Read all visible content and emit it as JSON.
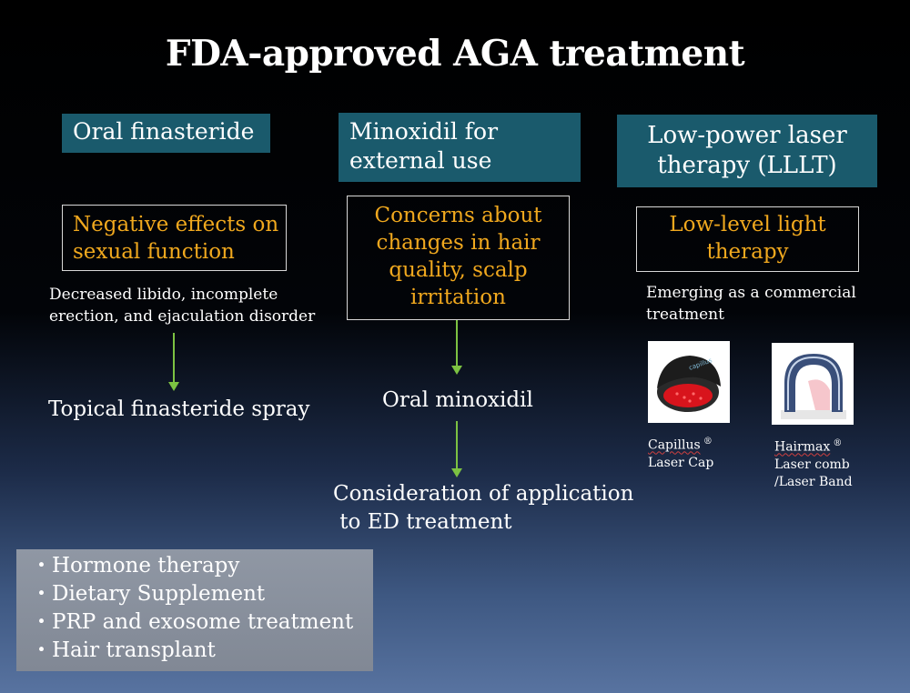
{
  "title": "FDA-approved AGA treatment",
  "columns": [
    {
      "header": "Oral finasteride",
      "concern": [
        "Negative effects on",
        "sexual function"
      ],
      "note": [
        "Decreased libido, incomplete",
        "erection, and ejaculation disorder"
      ],
      "result": "Topical finasteride spray"
    },
    {
      "header": [
        "Minoxidil for",
        "external use"
      ],
      "concern": [
        "Concerns about",
        "changes in hair",
        "quality, scalp",
        "irritation"
      ],
      "result": "Oral minoxidil",
      "result2": [
        "Consideration of application",
        " to ED treatment"
      ]
    },
    {
      "header": [
        "Low-power laser",
        "therapy (LLLT)"
      ],
      "concern": [
        "Low-level light",
        "therapy"
      ],
      "note": [
        "Emerging as a commercial",
        "treatment"
      ],
      "products": [
        {
          "name": "Capillus",
          "mark": " ®",
          "desc": [
            "Laser Cap"
          ]
        },
        {
          "name": "Hairmax",
          "mark": " ®",
          "desc": [
            "Laser comb",
            "/Laser Band"
          ]
        }
      ]
    }
  ],
  "other_treatments": [
    "Hormone therapy",
    "Dietary Supplement",
    "PRP and exosome treatment",
    "Hair transplant"
  ],
  "bullet": "・",
  "cap_logo_text": "capillus",
  "colors": {
    "teal": "#1a5a6c",
    "orange": "#f0a81e",
    "arrow": "#7cc242"
  }
}
